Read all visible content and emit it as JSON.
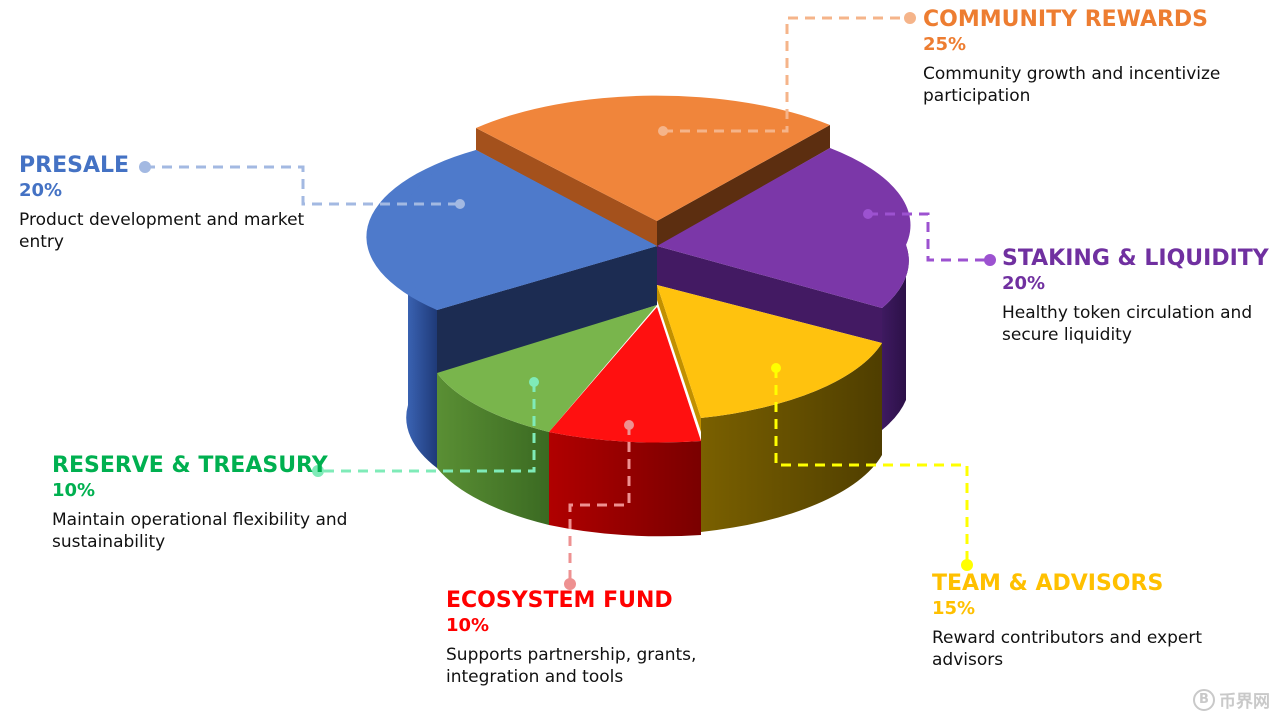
{
  "chart_data": {
    "type": "pie",
    "title": "",
    "slices": [
      {
        "label": "COMMUNITY REWARDS",
        "value": 25,
        "percent_label": "25%",
        "description": "Community growth and incentivize participation",
        "color": "#F0853B"
      },
      {
        "label": "STAKING & LIQUIDITY",
        "value": 20,
        "percent_label": "20%",
        "description": "Healthy token circulation and secure liquidity",
        "color": "#7B37A8"
      },
      {
        "label": "TEAM & ADVISORS",
        "value": 15,
        "percent_label": "15%",
        "description": "Reward contributors and expert advisors",
        "color": "#FFC20E"
      },
      {
        "label": "ECOSYSTEM FUND",
        "value": 10,
        "percent_label": "10%",
        "description": "Supports partnership, grants, integration and tools",
        "color": "#FF1010"
      },
      {
        "label": "RESERVE & TREASURY",
        "value": 10,
        "percent_label": "10%",
        "description": "Maintain operational flexibility and sustainability",
        "color": "#79B54C"
      },
      {
        "label": "PRESALE",
        "value": 20,
        "percent_label": "20%",
        "description": "Product development and market entry",
        "color": "#4E7ACB"
      }
    ],
    "style": "3d-exploded",
    "legend": "callouts"
  },
  "label_colors": {
    "community": "#ED7D31",
    "staking": "#7030A0",
    "team": "#FFC000",
    "eco": "#FF0000",
    "reserve": "#00B050",
    "presale": "#4472C4"
  },
  "watermark": {
    "icon": "bitcoin-b-icon",
    "icon_glyph": "B",
    "text": "币界网"
  }
}
